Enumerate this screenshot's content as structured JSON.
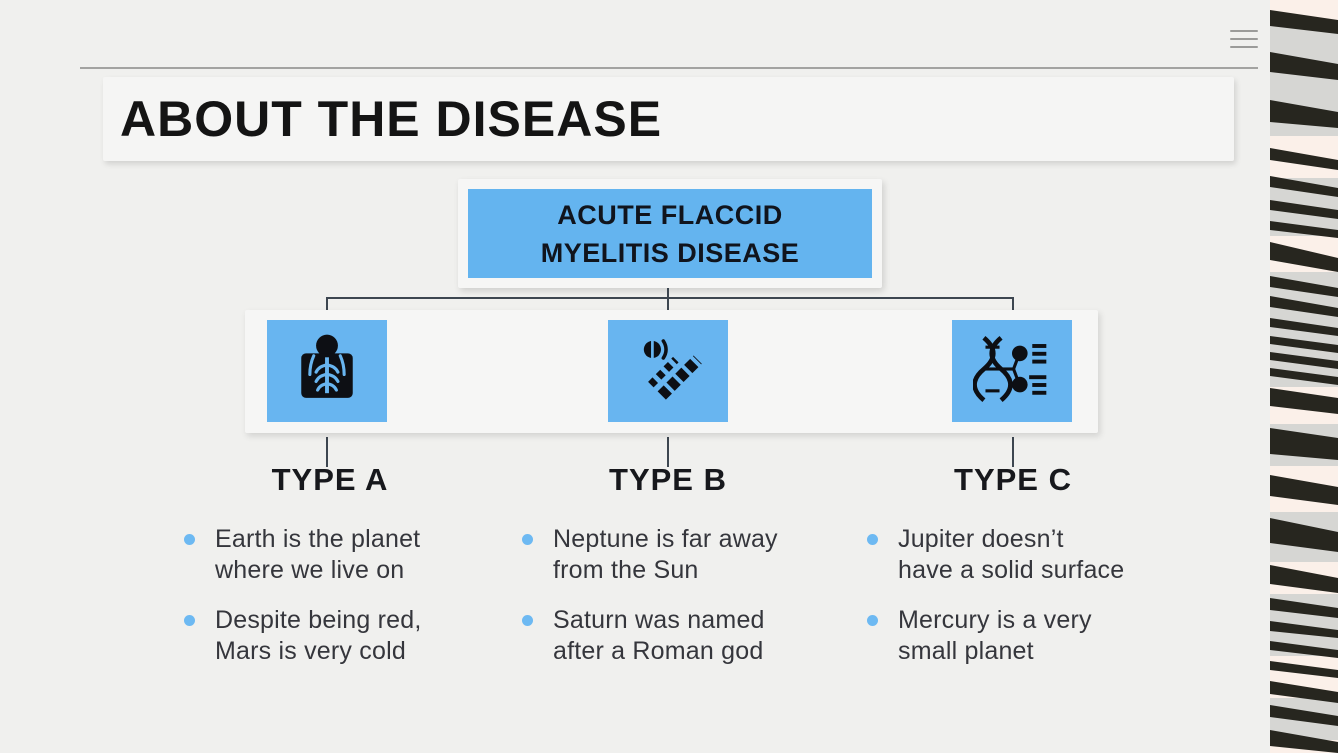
{
  "slide": {
    "title": "ABOUT THE DISEASE",
    "menu_icon": "hamburger-menu-icon",
    "diagram": {
      "root_label": {
        "line1": "ACUTE FLACCID",
        "line2": "MYELITIS DISEASE"
      },
      "branches": [
        {
          "icon": "xray-icon",
          "label": "TYPE A",
          "bullets": [
            {
              "line1": "Earth is the planet",
              "line2": "where we live on"
            },
            {
              "line1": "Despite being red,",
              "line2": "Mars is very cold"
            }
          ]
        },
        {
          "icon": "thermometer-icon",
          "label": "TYPE B",
          "bullets": [
            {
              "line1": "Neptune is far away",
              "line2": "from the Sun"
            },
            {
              "line1": "Saturn was named",
              "line2": "after a Roman god"
            }
          ]
        },
        {
          "icon": "dna-icon",
          "label": "TYPE C",
          "bullets": [
            {
              "line1": "Jupiter doesn’t",
              "line2": "have a solid surface"
            },
            {
              "line1": "Mercury is a very",
              "line2": "small planet"
            }
          ]
        }
      ]
    },
    "colors": {
      "accent_blue": "#64b4ef",
      "bullet_blue": "#6db9f2",
      "text_dark": "#17181c",
      "body_text": "#35363c",
      "background": "#f0f0ee",
      "panel": "#f6f6f5",
      "connector": "#3d4650",
      "zebra_black": "#27261f",
      "zebra_cream": "#fbf0e9",
      "zebra_gray": "#d6d6d3"
    }
  }
}
